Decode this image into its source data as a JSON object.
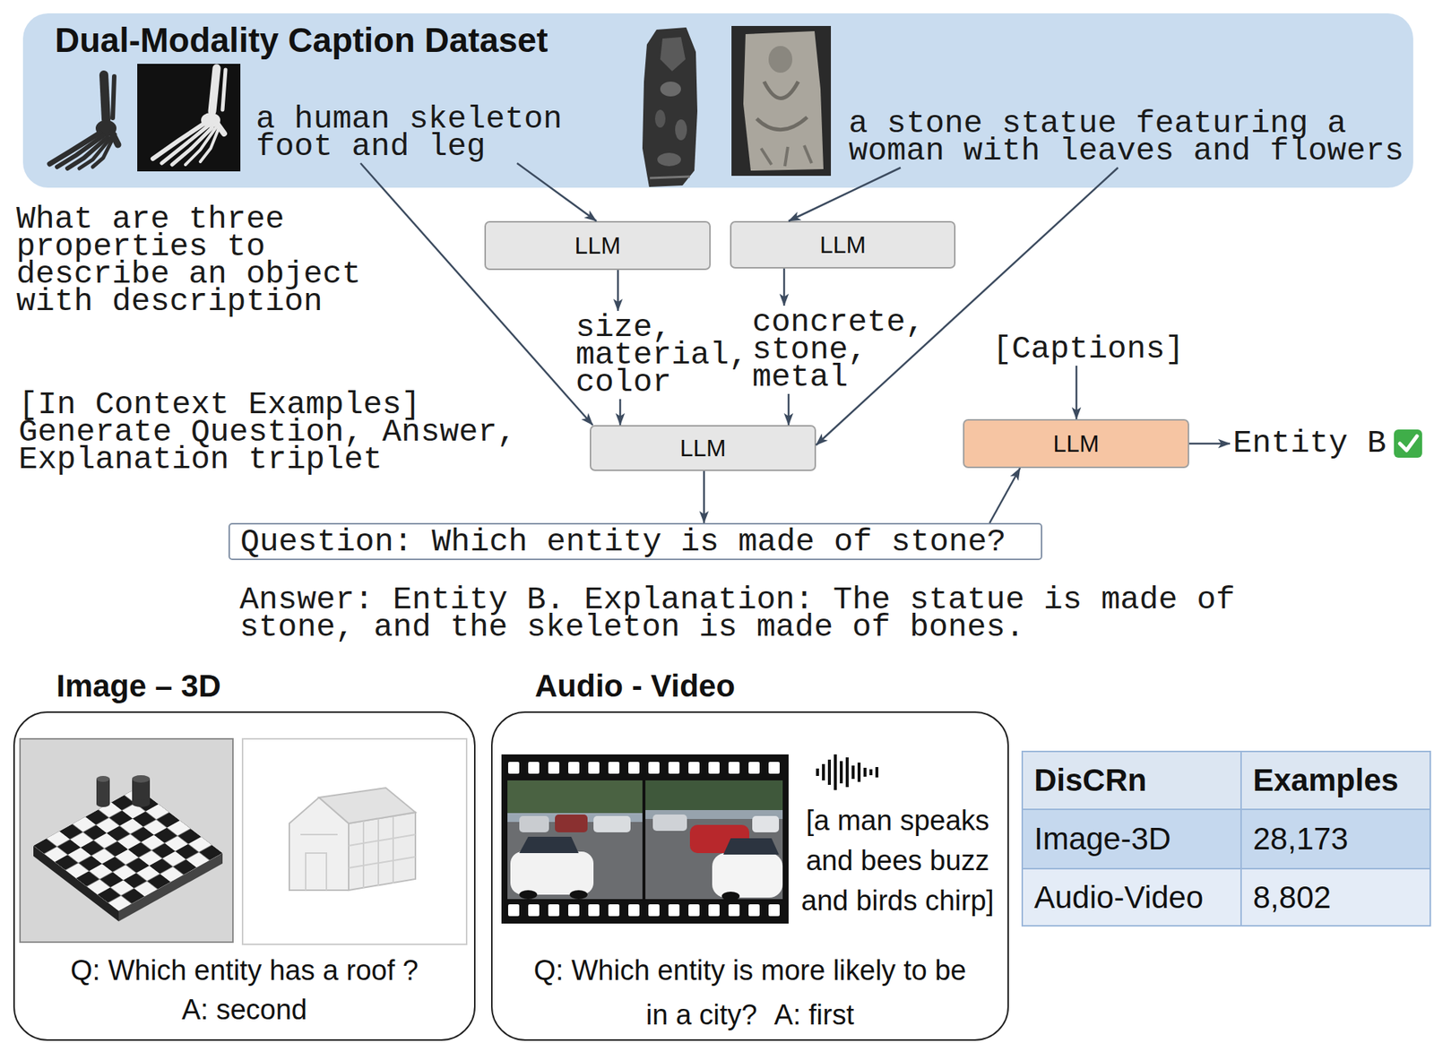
{
  "diagram": {
    "nodes": [
      {
        "text": [
          "Dual-Modality Caption Dataset"
        ]
      },
      {
        "text": [
          "a human skeleton foot and leg"
        ],
        "in": 0
      },
      {
        "text": [
          "a stone statue featuring a woman with leaves and flowers"
        ],
        "in": 0
      },
      {
        "text": [
          "LLM"
        ]
      },
      {
        "text": [
          "LLM"
        ]
      },
      {
        "text": [
          "size, material, color"
        ]
      },
      {
        "text": [
          "concrete, stone, metal"
        ]
      },
      {
        "text": [
          "[Captions]"
        ]
      },
      {
        "text": [
          "LLM"
        ]
      },
      {
        "text": [
          "LLM"
        ]
      },
      {
        "text": [
          "Entity B"
        ]
      },
      {
        "text": [
          "Question: Which entity is made of stone?"
        ]
      },
      {
        "text": [
          "Image – 3D",
          "Q: Which entity has a roof ?",
          "A: second"
        ]
      },
      {
        "text": [
          "Audio - Video",
          "[a man speaks and bees buzz and birds chirp]",
          "Q: Which entity is more likely to be in a city?",
          "A: first"
        ]
      }
    ],
    "edges": [
      {
        "from": 1,
        "to": 3,
        "arrow": "to"
      },
      {
        "from": 1,
        "to": 8,
        "arrow": "to"
      },
      {
        "from": 2,
        "to": 4,
        "arrow": "to"
      },
      {
        "from": 2,
        "to": 8,
        "arrow": "to"
      },
      {
        "from": 3,
        "to": 5,
        "arrow": "to"
      },
      {
        "from": 4,
        "to": 6,
        "arrow": "to"
      },
      {
        "from": 5,
        "to": 8,
        "arrow": "to"
      },
      {
        "from": 6,
        "to": 8,
        "arrow": "to"
      },
      {
        "from": 8,
        "to": 11,
        "arrow": "to"
      },
      {
        "from": 11,
        "to": 9,
        "arrow": "to"
      },
      {
        "from": 7,
        "to": 9,
        "arrow": "to"
      },
      {
        "from": 9,
        "to": 10,
        "arrow": "to"
      }
    ],
    "labels": [
      "What are three properties to describe an object with description",
      "[In Context Examples] Generate Question, Answer, Explanation triplet",
      "Answer: Entity B. Explanation: The statue is made of stone, and the skeleton is made of bones.",
      "DisCRn",
      "Examples",
      "Image-3D",
      "28,173",
      "Audio-Video",
      "8,802"
    ]
  }
}
